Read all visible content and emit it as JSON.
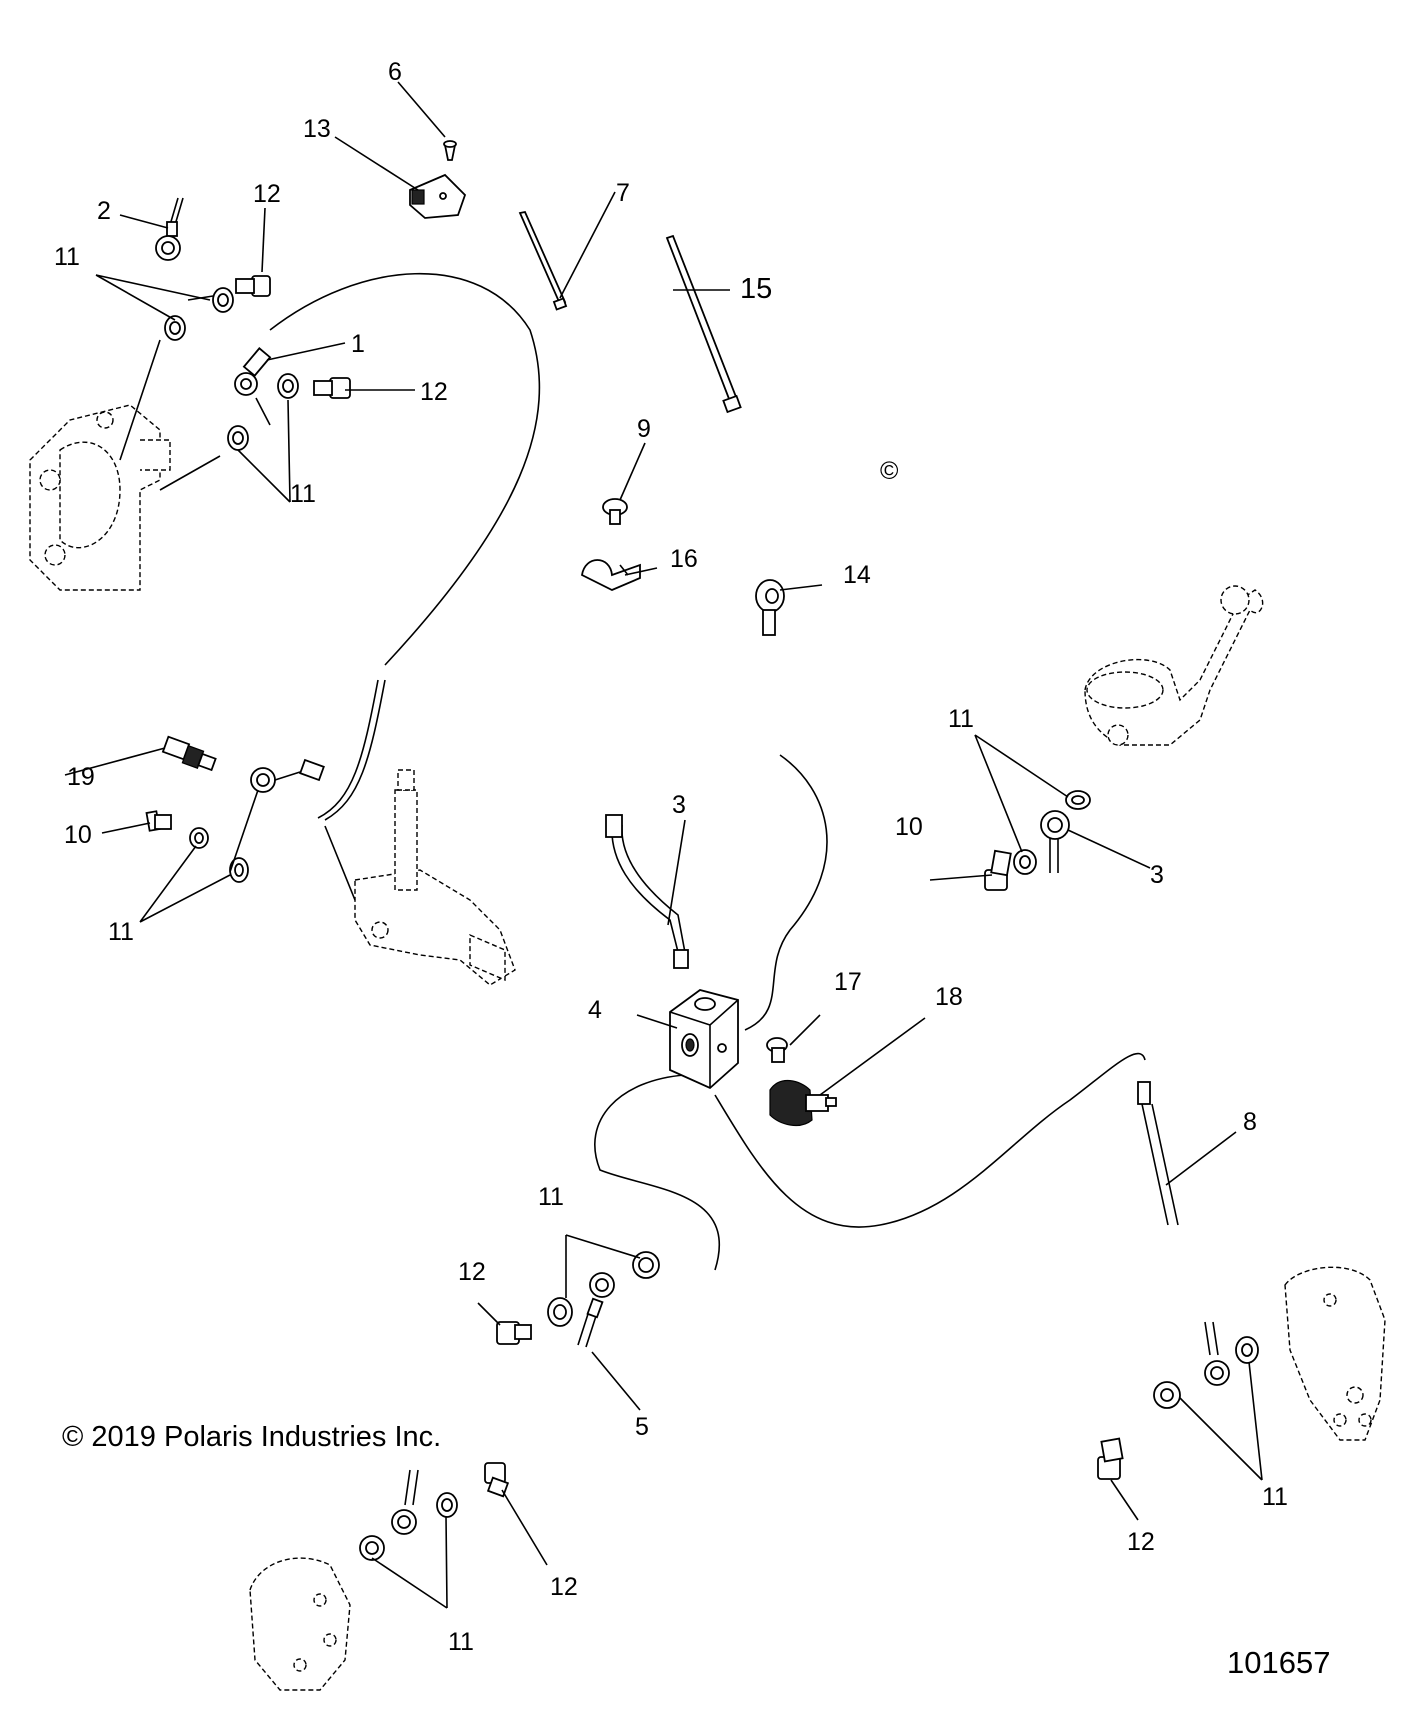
{
  "callouts": {
    "c1": "1",
    "c2": "2",
    "c3a": "3",
    "c3b": "3",
    "c4": "4",
    "c5": "5",
    "c6": "6",
    "c7": "7",
    "c8": "8",
    "c9": "9",
    "c10a": "10",
    "c10b": "10",
    "c11a": "11",
    "c11b": "11",
    "c11c": "11",
    "c11d": "11",
    "c11e": "11",
    "c11f": "11",
    "c11g": "11",
    "c12a": "12",
    "c12b": "12",
    "c12c": "12",
    "c12d": "12",
    "c12e": "12",
    "c13": "13",
    "c14": "14",
    "c15": "15",
    "c16": "16",
    "c17": "17",
    "c18": "18",
    "c19": "19"
  },
  "copyright_symbol": "©",
  "copyright": "© 2019 Polaris Industries Inc.",
  "diagram_id": "101657"
}
